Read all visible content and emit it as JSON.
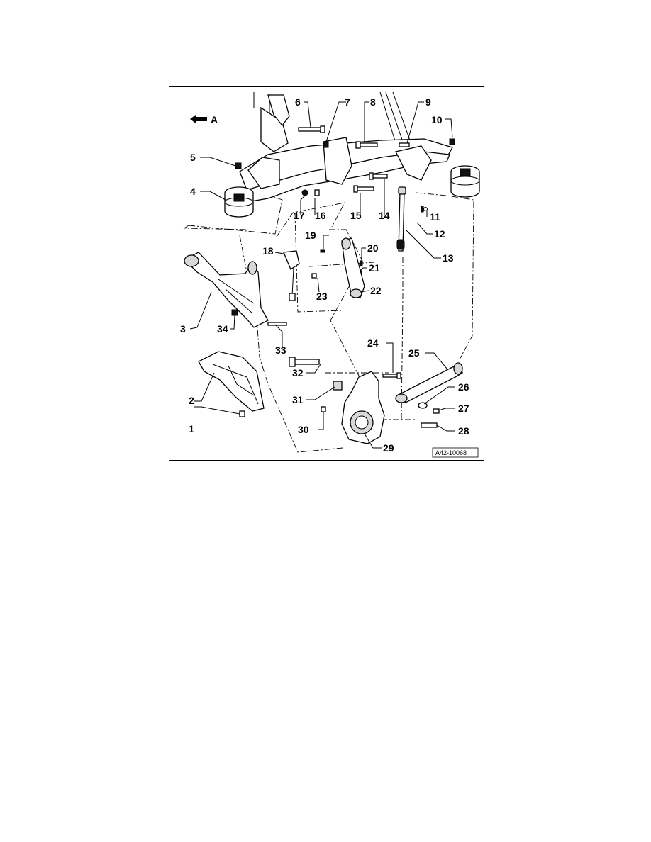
{
  "figure": {
    "reference_code": "A42-10068",
    "direction_label": "A",
    "callouts": [
      {
        "id": "1"
      },
      {
        "id": "2"
      },
      {
        "id": "3"
      },
      {
        "id": "4"
      },
      {
        "id": "5"
      },
      {
        "id": "6"
      },
      {
        "id": "7"
      },
      {
        "id": "8"
      },
      {
        "id": "9"
      },
      {
        "id": "10"
      },
      {
        "id": "11"
      },
      {
        "id": "12"
      },
      {
        "id": "13"
      },
      {
        "id": "14"
      },
      {
        "id": "15"
      },
      {
        "id": "16"
      },
      {
        "id": "17"
      },
      {
        "id": "18"
      },
      {
        "id": "19"
      },
      {
        "id": "20"
      },
      {
        "id": "21"
      },
      {
        "id": "22"
      },
      {
        "id": "23"
      },
      {
        "id": "24"
      },
      {
        "id": "25"
      },
      {
        "id": "26"
      },
      {
        "id": "27"
      },
      {
        "id": "28"
      },
      {
        "id": "29"
      },
      {
        "id": "30"
      },
      {
        "id": "31"
      },
      {
        "id": "32"
      },
      {
        "id": "33"
      },
      {
        "id": "34"
      }
    ]
  }
}
